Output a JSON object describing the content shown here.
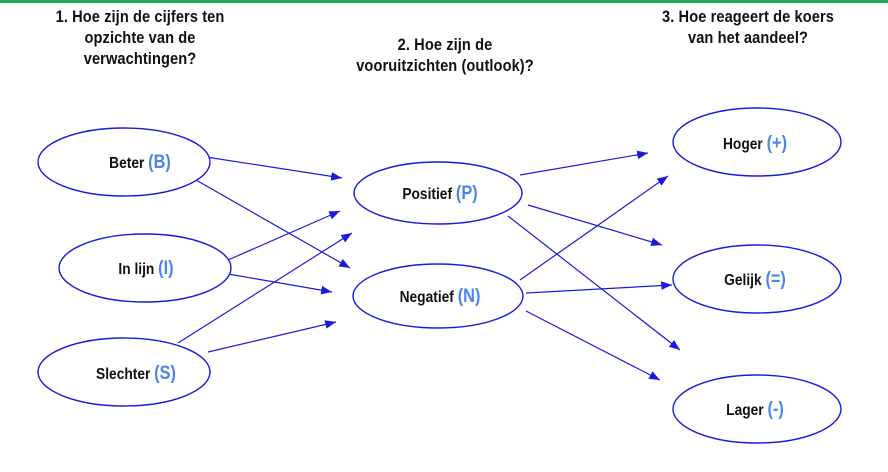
{
  "headings": {
    "q1_line1": "1. Hoe zijn de cijfers ten",
    "q1_line2": "opzichte van de",
    "q1_line3": "verwachtingen?",
    "q2_line1": "2. Hoe zijn de",
    "q2_line2": "vooruitzichten (outlook)?",
    "q3_line1": "3. Hoe reageert de koers",
    "q3_line2": "van het aandeel?"
  },
  "nodes": {
    "beter": {
      "label": "Beter",
      "code": "(B)"
    },
    "in_lijn": {
      "label": "In lijn",
      "code": "(I)"
    },
    "slechter": {
      "label": "Slechter",
      "code": "(S)"
    },
    "positief": {
      "label": "Positief",
      "code": "(P)"
    },
    "negatief": {
      "label": "Negatief",
      "code": "(N)"
    },
    "hoger": {
      "label": "Hoger",
      "code": "(+)"
    },
    "gelijk": {
      "label": "Gelijk",
      "code": "(=)"
    },
    "lager": {
      "label": "Lager",
      "code": "(-)"
    }
  },
  "colors": {
    "accent": "#4a86e8",
    "outline": "#1a1adc",
    "text": "#111111",
    "top_rule": "#21a95c"
  }
}
